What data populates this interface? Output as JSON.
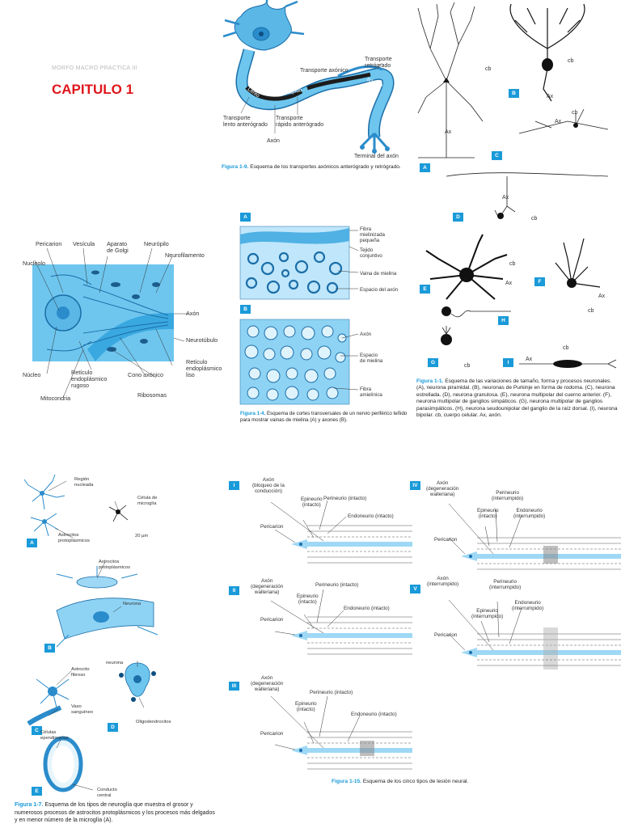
{
  "header": {
    "course": "MORFO MACRO PRACTICA III",
    "chapter": "CAPITULO 1"
  },
  "fig19": {
    "labels": {
      "transporte_axonico": "Transporte axónico",
      "transporte_retrogrado": "Transporte\nretrógrado",
      "lento": "Lento",
      "rapido1": "Rápido",
      "rapido2": "Rápido",
      "lento_anterogrado": "Transporte\nlento anterógrado",
      "rapido_anterogrado": "Transporte\nrápido anterógrado",
      "axon": "Axón",
      "terminal": "Terminal del axón"
    },
    "caption_num": "Figura 1-9.",
    "caption_text": "Esquema de los transportes axónicos anterógrado y retrógrado."
  },
  "fig11": {
    "badges": [
      "A",
      "B",
      "C",
      "D",
      "E",
      "F",
      "G",
      "H",
      "I"
    ],
    "labels": {
      "cb": "cb",
      "ax": "Ax"
    },
    "caption_num": "Figura 1-1.",
    "caption_text": "Esquema de las variaciones de tamaño, forma y procesos neuronales. (A), neurona piramidal. (B), neuronas de Purkinje en forma de rodoma. (C), neurona estrellada. (D), neurona granulosa. (E), neurona multipolar del cuerno anterior. (F), neurona multipolar de ganglios simpáticos. (G), neurona multipolar de ganglios parasimpáticos. (H), neurona seudounipolar del ganglio de la raíz dorsal. (I), neurona bipolar. cb, cuerpo celular. Ax, axón."
  },
  "neuron_diagram": {
    "labels": {
      "pericarion": "Pericarion",
      "vesicula": "Vesícula",
      "aparato_golgi": "Aparato\nde Golgi",
      "neuropilo": "Neurópilo",
      "neurofilamento": "Neurofilamento",
      "nucleolo": "Nucleolo",
      "axon": "Axón",
      "neurotubulo": "Neurotúbulo",
      "nucleo": "Núcleo",
      "reticulo_rugoso": "Retículo\nendoplásmico\nrugoso",
      "cono_axonico": "Cono axónico",
      "reticulo_liso": "Retículo\nendoplásmico\nliso",
      "mitocondria": "Mitocondria",
      "ribosomas": "Ribosomas"
    }
  },
  "fig14": {
    "badges": [
      "A",
      "B"
    ],
    "labels": {
      "fibra_mielinizada": "Fibra\nmielinizada\npequeña",
      "tejido_conjuntivo": "Tejido\nconjuntivo",
      "vaina_mielina": "Vaina de mielina",
      "espacio_axon": "Espacio del axón",
      "axon": "Axón",
      "espacio_mielina": "Espacio\nde mielina",
      "fibra_amielinica": "Fibra\namielínica"
    },
    "caption_num": "Figura 1-4.",
    "caption_text": "Esquema de cortes transversales de un nervio periférico teñido para mostrar vainas de mielina (A) y axones (B)."
  },
  "fig17": {
    "badges": [
      "A",
      "B",
      "C",
      "D",
      "E"
    ],
    "labels": {
      "region_nucleada": "Región\nnucleada",
      "celula_microglia": "Célula de\nmicroglía",
      "astrocitos_proto": "Astrocitos\nprotoplásmicos",
      "escala": "20 µm",
      "astrocitos_proto2": "Astrocitos\nprotoplásmicos",
      "neurona": "Neurona",
      "astrocito_fibroso": "Astrocito\nfibroso",
      "vaso": "Vaso\nsanguíneo",
      "neurona2": "neurona",
      "oligodendrocitos": "Oligodendrocitos",
      "celulas_ependimarias": "Células\nependimarias",
      "conducto_central": "Conducto\ncentral"
    },
    "caption_num": "Figura 1-7.",
    "caption_text": "Esquema de los tipos de neuroglía que muestra el grosor y numerosos procesos de astrocitos protoplásmicos y los procesos más delgados y en menor número de la microglía (A)."
  },
  "fig115": {
    "panels": [
      {
        "id": "I",
        "axon": "Axón\n(bloqueo de la\nconducción)",
        "epineurio": "Epineurio\n(intacto)",
        "perineurio": "Perineurio (intacto)",
        "endoneurio": "Endoneurio (intacto)",
        "pericarion": "Pericarion"
      },
      {
        "id": "II",
        "axon": "Axón\n(degeneración\nwalleriana)",
        "epineurio": "Epineurio\n(intacto)",
        "perineurio": "Perineurio (intacto)",
        "endoneurio": "Endoneurio (intacto)",
        "pericarion": "Pericarion"
      },
      {
        "id": "III",
        "axon": "Axón\n(degeneración\nwalleriana)",
        "epineurio": "Epineurio\n(intacto)",
        "perineurio": "Perineurio (intacto)",
        "endoneurio": "Endoneurio (intacto)",
        "pericarion": "Pericarion"
      },
      {
        "id": "IV",
        "axon": "Axón\n(degeneración\nwalleriana)",
        "epineurio": "Epineurio\n(intacto)",
        "perineurio": "Perineurio\n(interrumpido)",
        "endoneurio": "Endoneurio\n(interrumpido)",
        "pericarion": "Pericarion"
      },
      {
        "id": "V",
        "axon": "Axón\n(interrumpido)",
        "epineurio": "Epineurio\n(interrumpido)",
        "perineurio": "Perineurio\n(interrumpido)",
        "endoneurio": "Endoneurio\n(interrumpido)",
        "pericarion": "Pericarion"
      }
    ],
    "caption_num": "Figura 1-15.",
    "caption_text": "Esquema de los cinco tipos de lesión neural."
  },
  "colors": {
    "accent": "#1a9ad9",
    "chapter_red": "#e0161b",
    "tissue_blue": "#6ec6ee"
  }
}
